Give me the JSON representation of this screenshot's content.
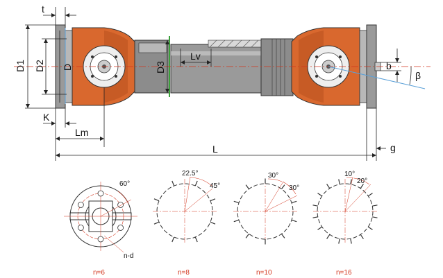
{
  "dimension_labels": {
    "t": "t",
    "D1": "D1",
    "D2": "D2",
    "D": "D",
    "D3": "D3",
    "Lv": "Lv",
    "K": "K",
    "Lm": "Lm",
    "L": "L",
    "g": "g",
    "b": "b",
    "beta": "β"
  },
  "bolt_patterns": [
    {
      "n_label": "n=6",
      "count": 6,
      "angles": [
        "60°"
      ],
      "extra_label": "n-d"
    },
    {
      "n_label": "n=8",
      "count": 8,
      "angles": [
        "22.5°",
        "45°"
      ]
    },
    {
      "n_label": "n=10",
      "count": 10,
      "angles": [
        "30°",
        "30°"
      ]
    },
    {
      "n_label": "n=16",
      "count": 16,
      "angles": [
        "10°",
        "20°"
      ]
    }
  ],
  "colors": {
    "yoke": "#d9682e",
    "yoke_dark": "#b54e1c",
    "shaft": "#8c8c8c",
    "shaft_light": "#b8b8b8",
    "flange": "#9a9a9a",
    "centerline": "#d2351d",
    "highlight": "#5aa0d8",
    "green": "#3aa03a"
  }
}
